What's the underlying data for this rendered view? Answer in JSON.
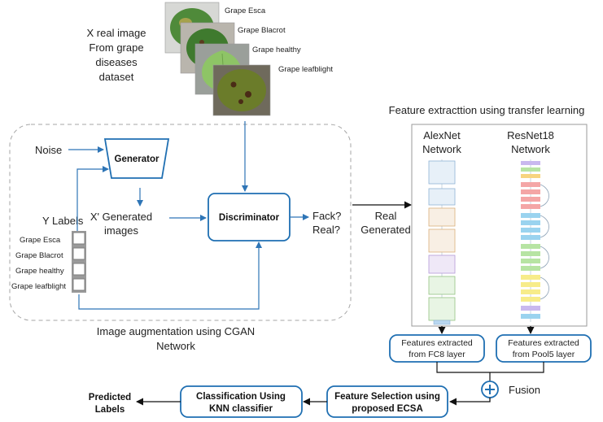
{
  "input": {
    "dataset_label": [
      "X real image",
      "From grape",
      "diseases",
      "dataset"
    ],
    "leaf_labels": [
      "Grape Esca",
      "Grape Blacrot",
      "Grape healthy",
      "Grape leafblight"
    ]
  },
  "cgan": {
    "noise": "Noise",
    "generator": "Generator",
    "generated": [
      "X' Generated",
      "images"
    ],
    "discriminator": "Discriminator",
    "y_labels": "Y Labels",
    "classes": [
      "Grape Esca",
      "Grape Blacrot",
      "Grape healthy",
      "Grape leafblight"
    ],
    "output": [
      "Fack?",
      "Real?"
    ],
    "caption": [
      "Image augmentation using CGAN",
      "Network"
    ]
  },
  "edge_label": [
    "Real",
    "Generated"
  ],
  "features": {
    "title": "Feature extracttion using transfer learning",
    "alexnet": [
      "AlexNet",
      "Network"
    ],
    "resnet": [
      "ResNet18",
      "Network"
    ],
    "fc8": [
      "Features extracted",
      "from FC8 layer"
    ],
    "pool5": [
      "Features extracted",
      "from Pool5 layer"
    ],
    "fusion": "Fusion"
  },
  "pipeline": {
    "selection": [
      "Feature Selection using",
      "proposed ECSA"
    ],
    "classification": [
      "Classification Using",
      "KNN classifier"
    ],
    "predicted": [
      "Predicted",
      "Labels"
    ]
  },
  "colors": {
    "box_border": "#1f6fb2",
    "arrow": "#2e75b6",
    "alexnet_blocks": "#b9d7f0",
    "resnet_blocks": [
      "#f4a6a6",
      "#f7d47f",
      "#9ad3ef",
      "#b7e4a3",
      "#c9b8ef"
    ]
  }
}
